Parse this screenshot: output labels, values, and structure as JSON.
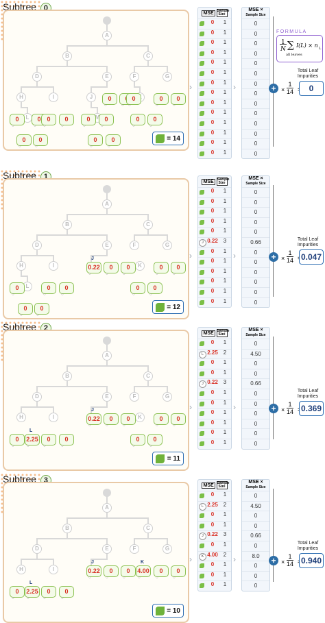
{
  "formula_label": "FORMULA",
  "formula": {
    "n1": "1",
    "N": "N",
    "sum": "∑",
    "sub": "all leaves",
    "term": "I(L) × n",
    "subL": "L"
  },
  "col_headers": {
    "mse": "MSE",
    "sample_size": "Sample Size",
    "ss2": "Sample Size"
  },
  "total_label": "Total Leaf Impurities",
  "multiplier": {
    "num": "1",
    "den": "14"
  },
  "subtrees": [
    {
      "title": "Subtree",
      "num": "0",
      "leaf_count": "= 14",
      "total": "0",
      "rows": [
        {
          "mse": "0",
          "ss": "1",
          "p": "0"
        },
        {
          "mse": "0",
          "ss": "1",
          "p": "0"
        },
        {
          "mse": "0",
          "ss": "1",
          "p": "0"
        },
        {
          "mse": "0",
          "ss": "1",
          "p": "0"
        },
        {
          "mse": "0",
          "ss": "1",
          "p": "0"
        },
        {
          "mse": "0",
          "ss": "1",
          "p": "0"
        },
        {
          "mse": "0",
          "ss": "1",
          "p": "0"
        },
        {
          "mse": "0",
          "ss": "1",
          "p": "0"
        },
        {
          "mse": "0",
          "ss": "1",
          "p": "0"
        },
        {
          "mse": "0",
          "ss": "1",
          "p": "0"
        },
        {
          "mse": "0",
          "ss": "1",
          "p": "0"
        },
        {
          "mse": "0",
          "ss": "1",
          "p": "0"
        },
        {
          "mse": "0",
          "ss": "1",
          "p": "0"
        },
        {
          "mse": "0",
          "ss": "1",
          "p": "0"
        }
      ]
    },
    {
      "title": "Subtree",
      "num": "1",
      "leaf_count": "= 12",
      "total": "0.047",
      "rows": [
        {
          "mse": "0",
          "ss": "1",
          "p": "0"
        },
        {
          "mse": "0",
          "ss": "1",
          "p": "0"
        },
        {
          "mse": "0",
          "ss": "1",
          "p": "0"
        },
        {
          "mse": "0",
          "ss": "1",
          "p": "0"
        },
        {
          "mse": "0",
          "ss": "1",
          "p": "0"
        },
        {
          "lbl": "J",
          "mse": "0.22",
          "ss": "3",
          "p": "0.66"
        },
        {
          "mse": "0",
          "ss": "1",
          "p": "0"
        },
        {
          "mse": "0",
          "ss": "1",
          "p": "0"
        },
        {
          "mse": "0",
          "ss": "1",
          "p": "0"
        },
        {
          "mse": "0",
          "ss": "1",
          "p": "0"
        },
        {
          "mse": "0",
          "ss": "1",
          "p": "0"
        },
        {
          "mse": "0",
          "ss": "1",
          "p": "0"
        }
      ]
    },
    {
      "title": "Subtree",
      "num": "2",
      "leaf_count": "= 11",
      "total": "0.369",
      "rows": [
        {
          "mse": "0",
          "ss": "1",
          "p": "0"
        },
        {
          "lbl": "L",
          "mse": "2.25",
          "ss": "2",
          "p": "4.50"
        },
        {
          "mse": "0",
          "ss": "1",
          "p": "0"
        },
        {
          "mse": "0",
          "ss": "1",
          "p": "0"
        },
        {
          "lbl": "J",
          "mse": "0.22",
          "ss": "3",
          "p": "0.66"
        },
        {
          "mse": "0",
          "ss": "1",
          "p": "0"
        },
        {
          "mse": "0",
          "ss": "1",
          "p": "0"
        },
        {
          "mse": "0",
          "ss": "1",
          "p": "0"
        },
        {
          "mse": "0",
          "ss": "1",
          "p": "0"
        },
        {
          "mse": "0",
          "ss": "1",
          "p": "0"
        },
        {
          "mse": "0",
          "ss": "1",
          "p": "0"
        }
      ]
    },
    {
      "title": "Subtree",
      "num": "3",
      "leaf_count": "= 10",
      "total": "0.940",
      "rows": [
        {
          "mse": "0",
          "ss": "1",
          "p": "0"
        },
        {
          "lbl": "L",
          "mse": "2.25",
          "ss": "2",
          "p": "4.50"
        },
        {
          "mse": "0",
          "ss": "1",
          "p": "0"
        },
        {
          "mse": "0",
          "ss": "1",
          "p": "0"
        },
        {
          "lbl": "J",
          "mse": "0.22",
          "ss": "3",
          "p": "0.66"
        },
        {
          "mse": "0",
          "ss": "1",
          "p": "0"
        },
        {
          "lbl": "K",
          "mse": "4.00",
          "ss": "2",
          "p": "8.0"
        },
        {
          "mse": "0",
          "ss": "1",
          "p": "0"
        },
        {
          "mse": "0",
          "ss": "1",
          "p": "0"
        },
        {
          "mse": "0",
          "ss": "1",
          "p": "0"
        }
      ]
    }
  ],
  "node_labels": [
    "A",
    "B",
    "C",
    "D",
    "E",
    "F",
    "G",
    "H",
    "I",
    "J",
    "K",
    "L",
    "M"
  ]
}
